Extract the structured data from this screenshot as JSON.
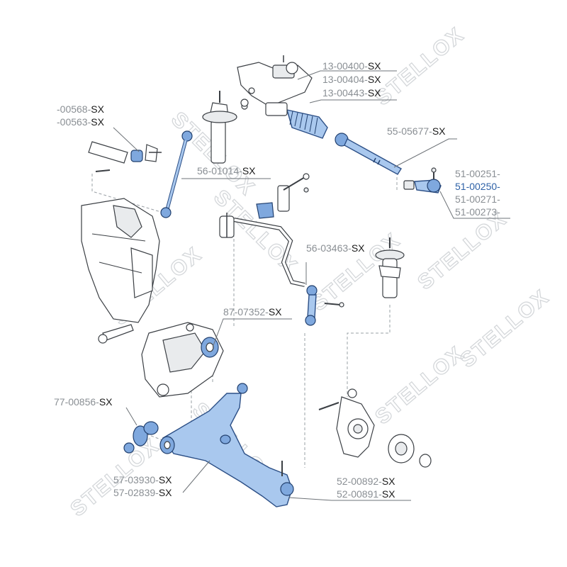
{
  "watermark": "STELLOX",
  "callouts": [
    {
      "id": "c1",
      "prefix": "13-00400-",
      "suffix": "SX",
      "highlight": false
    },
    {
      "id": "c2",
      "prefix": "13-00404-",
      "suffix": "SX",
      "highlight": false
    },
    {
      "id": "c3",
      "prefix": "13-00443-",
      "suffix": "SX",
      "highlight": false
    },
    {
      "id": "c4",
      "prefix": "-00568-",
      "suffix": "SX",
      "highlight": false
    },
    {
      "id": "c5",
      "prefix": "-00563-",
      "suffix": "SX",
      "highlight": false
    },
    {
      "id": "c6",
      "prefix": "55-05677-",
      "suffix": "SX",
      "highlight": false
    },
    {
      "id": "c7",
      "prefix": "56-01014-",
      "suffix": "SX",
      "highlight": false
    },
    {
      "id": "c8",
      "prefix": "51-00251-",
      "suffix": "",
      "highlight": false
    },
    {
      "id": "c9",
      "prefix": "51-00250-",
      "suffix": "",
      "highlight": true
    },
    {
      "id": "c10",
      "prefix": "51-00271-",
      "suffix": "",
      "highlight": false
    },
    {
      "id": "c11",
      "prefix": "51-00273-",
      "suffix": "",
      "highlight": false
    },
    {
      "id": "c12",
      "prefix": "56-03463-",
      "suffix": "SX",
      "highlight": false
    },
    {
      "id": "c13",
      "prefix": "87-07352-",
      "suffix": "SX",
      "highlight": false
    },
    {
      "id": "c14",
      "prefix": "77-00856-",
      "suffix": "SX",
      "highlight": false
    },
    {
      "id": "c15",
      "prefix": "57-03930-",
      "suffix": "SX",
      "highlight": false
    },
    {
      "id": "c16",
      "prefix": "57-02839-",
      "suffix": "SX",
      "highlight": false
    },
    {
      "id": "c17",
      "prefix": "52-00892-",
      "suffix": "SX",
      "highlight": false
    },
    {
      "id": "c18",
      "prefix": "52-00891-",
      "suffix": "SX",
      "highlight": false
    }
  ],
  "colors": {
    "highlight_part": "#a9c8ee",
    "highlight_text": "#2f62a7",
    "prefix_text": "#8a8f94",
    "suffix_text": "#1a1a1a"
  }
}
